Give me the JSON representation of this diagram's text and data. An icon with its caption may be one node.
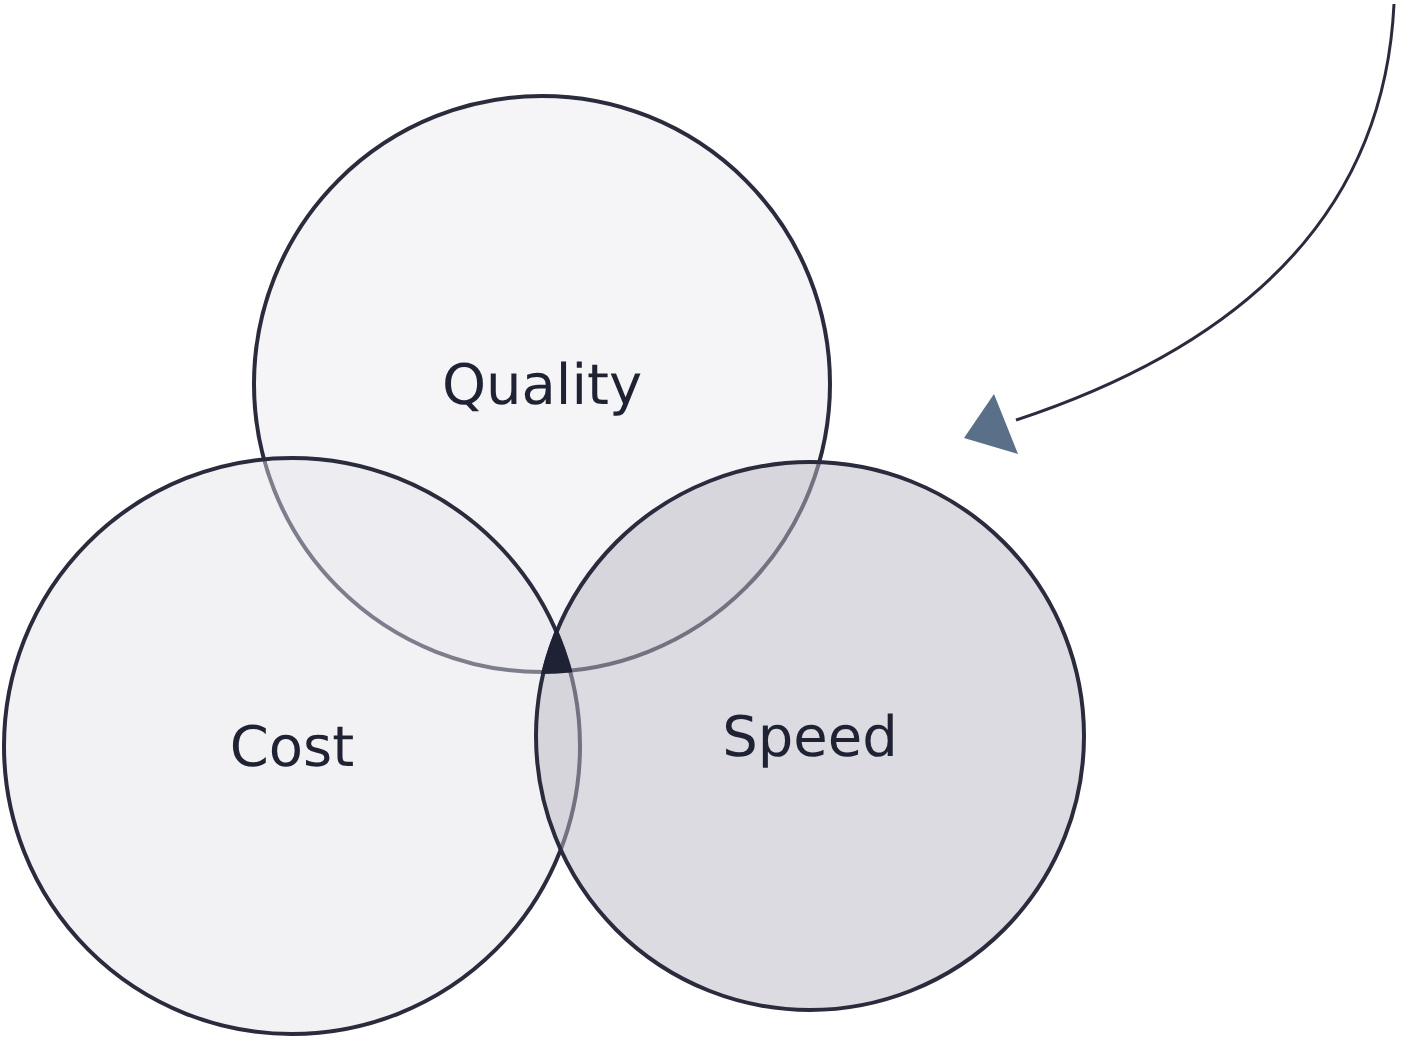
{
  "diagram": {
    "nodes": [
      {
        "text": [
          "Quality"
        ]
      },
      {
        "text": [
          "Cost"
        ]
      },
      {
        "text": [
          "Speed"
        ]
      }
    ]
  }
}
